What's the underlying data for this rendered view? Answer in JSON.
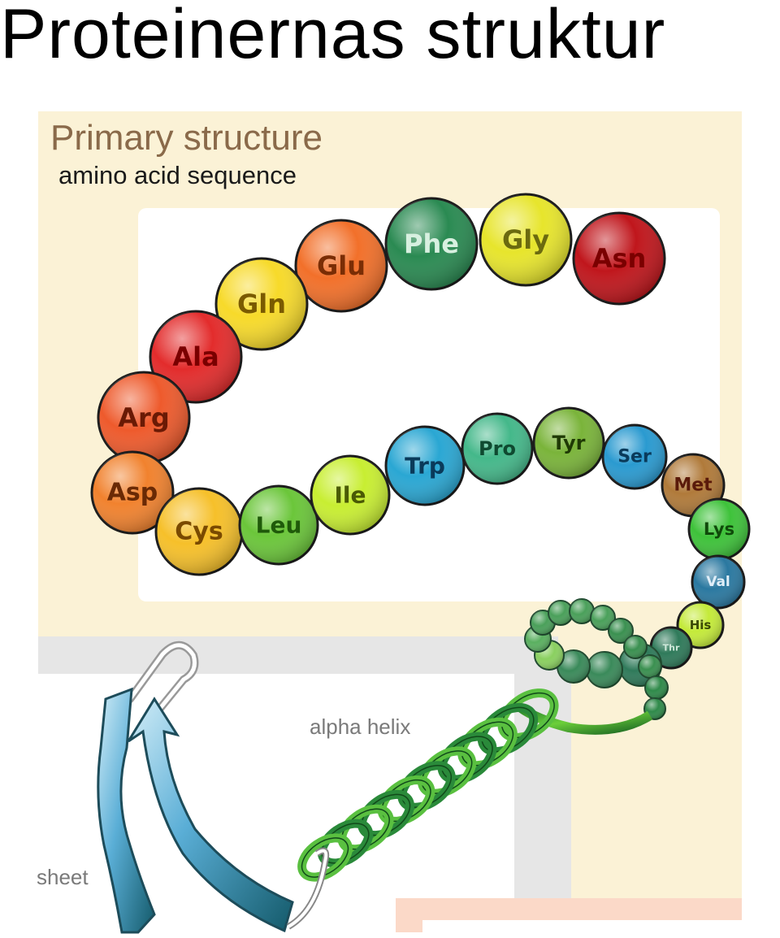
{
  "title": "Proteinernas struktur",
  "primary": {
    "heading": "Primary structure",
    "subheading": "amino acid sequence"
  },
  "labels": {
    "alpha": "alpha helix",
    "sheet": "sheet"
  },
  "colors": {
    "panel": "#fbf2d6",
    "inner": "#ffffff",
    "grey_band": "#e8e8e8",
    "heading": "#8a6a4a"
  },
  "amino_acids": [
    {
      "name": "Asn",
      "color": "#c0161c",
      "text": "#7a0000"
    },
    {
      "name": "Gly",
      "color": "#e7e52c",
      "text": "#6b6a0f"
    },
    {
      "name": "Phe",
      "color": "#2a8a52",
      "text": "#d8f0e0"
    },
    {
      "name": "Glu",
      "color": "#f2702a",
      "text": "#7a2d05"
    },
    {
      "name": "Gln",
      "color": "#f7da2a",
      "text": "#7a5a00"
    },
    {
      "name": "Ala",
      "color": "#e32c2c",
      "text": "#7a0000"
    },
    {
      "name": "Arg",
      "color": "#ee5a2c",
      "text": "#6a1a05"
    },
    {
      "name": "Asp",
      "color": "#f1822e",
      "text": "#6a2a05"
    },
    {
      "name": "Cys",
      "color": "#f6c02a",
      "text": "#7a4a00"
    },
    {
      "name": "Leu",
      "color": "#6bc63a",
      "text": "#1f5a0a"
    },
    {
      "name": "Ile",
      "color": "#c8ee32",
      "text": "#4a5a05"
    },
    {
      "name": "Trp",
      "color": "#2aa7d3",
      "text": "#0a3a5a"
    },
    {
      "name": "Pro",
      "color": "#44b88a",
      "text": "#0f4a30"
    },
    {
      "name": "Tyr",
      "color": "#7ab43a",
      "text": "#1f3a05"
    },
    {
      "name": "Ser",
      "color": "#2a9ad0",
      "text": "#0a3a5a"
    },
    {
      "name": "Met",
      "color": "#b07a3a",
      "text": "#5a1a0a"
    },
    {
      "name": "Lys",
      "color": "#3ec23a",
      "text": "#0f4a0a"
    },
    {
      "name": "Val",
      "color": "#2a78a0",
      "text": "#e0eef8"
    },
    {
      "name": "His",
      "color": "#c4ea3a",
      "text": "#3a4a05"
    },
    {
      "name": "Thr",
      "color": "#2f7a5a",
      "text": "#cfe8da"
    }
  ]
}
